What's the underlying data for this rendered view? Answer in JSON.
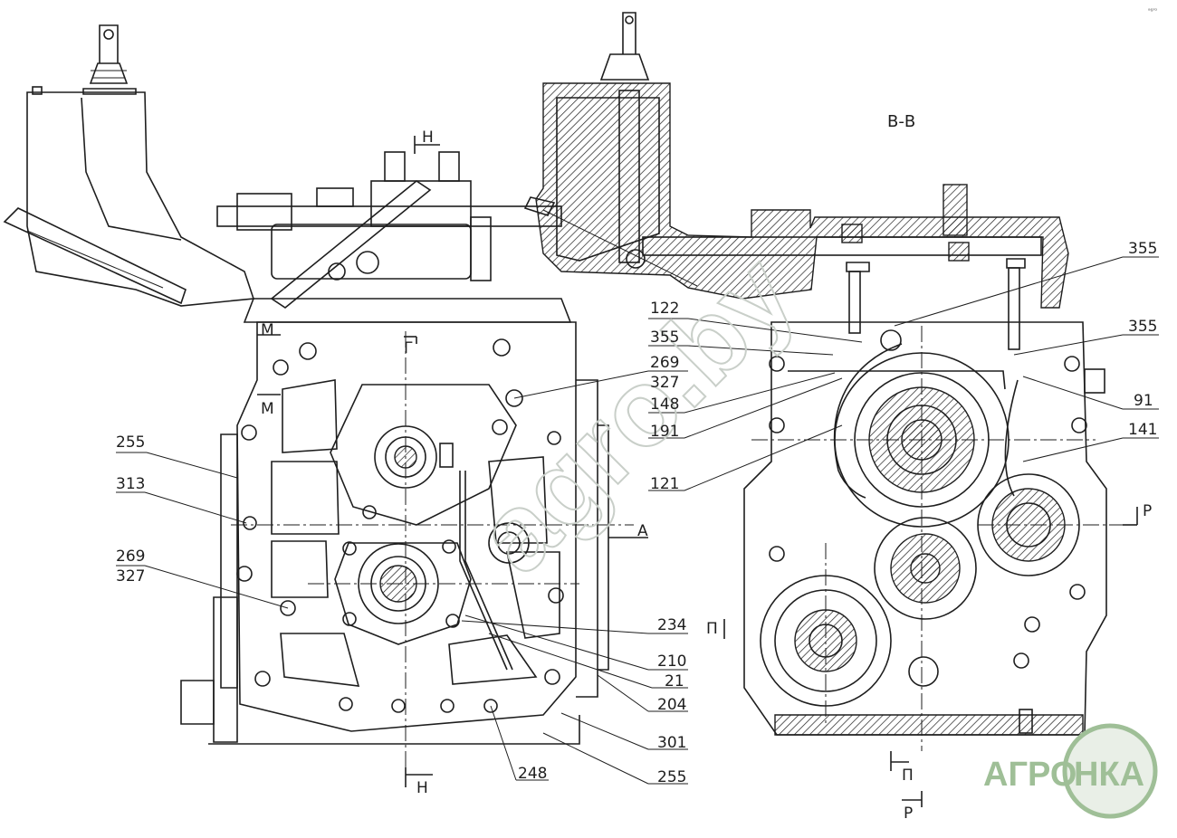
{
  "section_title": "В-В",
  "corner_mark": "ᵃᵍʳᵒ",
  "watermark": "agro.by",
  "logo": {
    "text_left": "АГРО",
    "text_right": "НКА",
    "color": "#9fbf97"
  },
  "section_letters": {
    "H_top": "Н",
    "H_bottom": "Н",
    "M_top": "М",
    "M_mid": "М",
    "G": "Г",
    "A": "А",
    "P_right": "Р",
    "P_bottom": "Р",
    "Pi_left": "П",
    "Pi_bottom": "П"
  },
  "callouts_left": [
    "255",
    "313",
    "269",
    "327"
  ],
  "callouts_middle": [
    "122",
    "355",
    "269",
    "327",
    "148",
    "191",
    "121"
  ],
  "callouts_bottom_right": [
    "234",
    "210",
    "21",
    "204",
    "301",
    "248",
    "255"
  ],
  "callouts_right": [
    "355",
    "355",
    "91",
    "141"
  ]
}
